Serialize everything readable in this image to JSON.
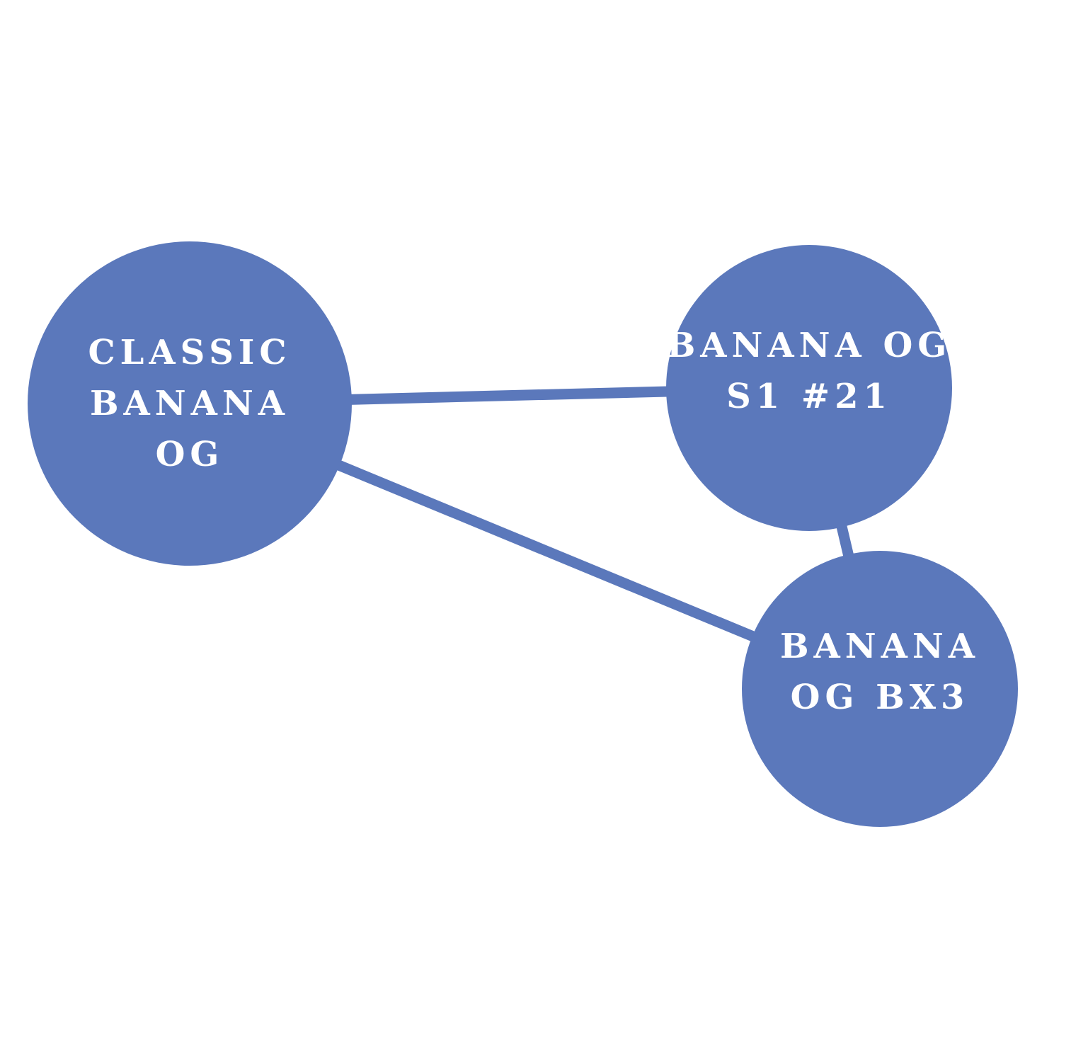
{
  "colors": {
    "node_fill": "#5b78bb",
    "edge_stroke": "#5b78bb",
    "label_text": "#ffffff",
    "background": "#ffffff"
  },
  "nodes": [
    {
      "id": "classic-banana-og",
      "lines": [
        "CLASSIC",
        "BANANA",
        "OG"
      ]
    },
    {
      "id": "banana-og-s1-21",
      "lines": [
        "BANANA OG",
        "S1 #21"
      ]
    },
    {
      "id": "banana-og-bx3",
      "lines": [
        "BANANA",
        "OG BX3"
      ]
    }
  ],
  "edges": [
    {
      "from": "classic-banana-og",
      "to": "banana-og-s1-21"
    },
    {
      "from": "classic-banana-og",
      "to": "banana-og-bx3"
    },
    {
      "from": "banana-og-s1-21",
      "to": "banana-og-bx3"
    }
  ]
}
